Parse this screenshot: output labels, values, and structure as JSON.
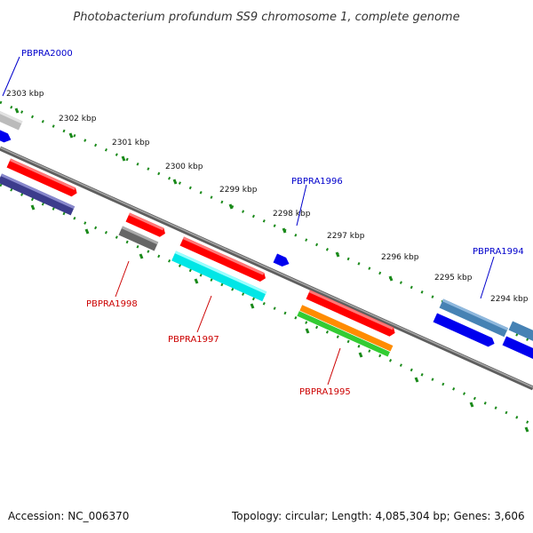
{
  "title": "Photobacterium profundum SS9 chromosome 1, complete genome",
  "ticks": [
    {
      "label": "2303 kbp",
      "kbp": 2303
    },
    {
      "label": "2302 kbp",
      "kbp": 2302
    },
    {
      "label": "2301 kbp",
      "kbp": 2301
    },
    {
      "label": "2300 kbp",
      "kbp": 2300
    },
    {
      "label": "2299 kbp",
      "kbp": 2299
    },
    {
      "label": "2298 kbp",
      "kbp": 2298
    },
    {
      "label": "2297 kbp",
      "kbp": 2297
    },
    {
      "label": "2296 kbp",
      "kbp": 2296
    },
    {
      "label": "2295 kbp",
      "kbp": 2295
    },
    {
      "label": "2294 kbp",
      "kbp": 2294
    }
  ],
  "gene_labels": [
    {
      "text": "PBPRA2000",
      "color": "#0000cc"
    },
    {
      "text": "PBPRA1996",
      "color": "#0000cc"
    },
    {
      "text": "PBPRA1994",
      "color": "#0000cc"
    },
    {
      "text": "PBPRA1998",
      "color": "#cc0000"
    },
    {
      "text": "PBPRA1997",
      "color": "#cc0000"
    },
    {
      "text": "PBPRA1995",
      "color": "#cc0000"
    }
  ],
  "colors": {
    "backbone": "#7a7a7a",
    "tick_marks": "#1a8a1a",
    "red_feature": "#ff0000",
    "blue_feature": "#0000ee",
    "cyan_feature": "#00e6e6",
    "orange_feature": "#ff8c00",
    "green_feature": "#33cc33",
    "steelblue_feature": "#4682b4",
    "navy_feature": "#3c3c8c",
    "gray_feature": "#666666",
    "lightgray_feature": "#bbbbbb"
  },
  "footer": {
    "accession": "Accession: NC_006370",
    "summary": "Topology: circular; Length: 4,085,304 bp; Genes: 3,606"
  }
}
